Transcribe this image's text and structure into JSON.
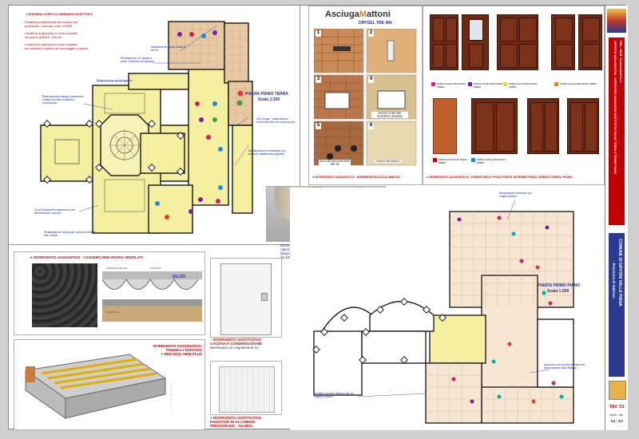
{
  "legend": {
    "title": "LEGENDA CORPI ILLUMINANTI SOSTITUITI",
    "lines": [
      "Proiettori professionali ad incasso nel",
      "pavimento, a tenuta, mod. ICARE",
      "Lanterne in alluminio e vetro montate",
      "su palo in ghisa h. 320 cm",
      "Lanterne in alluminio e vetro montate",
      "su mensole in ghisa per ancoraggio a parete"
    ]
  },
  "plan_ground": {
    "title": "PIANTA PIANO TERRA",
    "scale": "Scala 1:200",
    "notes": [
      "Abbattimento quota scala di 50 cm",
      "Eliminazione n°2 alzate a porte e scalone di ingresso",
      "Realizzazione disegno pavimento chiesa con liste in pietra e cocciopesto",
      "Realizzazione servizi igienici",
      "Via di fuga - realizzazione nuova finestra con nuova porta",
      "Modificazione montascale per accesso disabili alla cappella",
      "Corpi illuminanti a pavimento per illuminazione colonne",
      "Realizzazione rampa per accesso disabili alla Chiesa"
    ]
  },
  "asciuga": {
    "brand_a": "Asciuga",
    "brand_b": "M",
    "brand_c": "attoni",
    "sub": "DRYGEL TRE 404",
    "steps": [
      "1",
      "2",
      "3",
      "4",
      "5",
      "6"
    ],
    "captions": [
      "PROTETTORE PER SUPERFICI INTERNE",
      "BOCCHE ASCIUGATURA TRE SE",
      "NUOVO INTONACO"
    ],
    "footer": "INTERVENTO AGGIUNTIVO - BARRIERA BLOCCA UMIDITA'"
  },
  "doors": {
    "legend": [
      "PORTA A DUE ANTE PIANO TERRA",
      "PORTA A DUE ANTE PIANO PRIMO",
      "PORTA AD UN'ANTA PIANO TERRA",
      "PORTA A DUE ANTE PIANO TERRA",
      "PORTA AD UN'ANTA PIANO PRIMO",
      "PORTA A DUE ANTE PIANO PRIMO"
    ],
    "footer": "INTERVENTO AGGIUNTIVO - FORNITURA E POSA PORTE INTERNE PIANO TERRA E PRIMO PIANO"
  },
  "column": {
    "title": "INTERVENTO AGGIUNTIVO",
    "lines": [
      "Valorizzazione basamento colonne in",
      "diaspro d'epoca tramite bocale chiuso",
      "da vetro praticabile"
    ]
  },
  "cassero": {
    "title": "INTERVENTO AGGIUNTIVO - CASSERO PER VESPAI VENTILATI",
    "brand": "IGLOO"
  },
  "caldaia": {
    "title": "INTERVENTO SOSTITUTIVO",
    "line1": "CALDAIA A CONDENSAZIONE",
    "line2": "Weishaupt con regolazione O₂"
  },
  "pannelli": {
    "title": "INTERVENTO SOSTITUTIVO:",
    "line1": "PANNELLI RADIANTI",
    "line2": "RDZ MOD. NEW PLUS"
  },
  "radiatori": {
    "title": "INTERVENTO SOSTITUTIVO",
    "line1": "RADIATORI IN ALLUMINIO",
    "line2": "PRESSOFUSO - GLOBAL"
  },
  "plan_first": {
    "title": "PIANTA PRIMO PIANO",
    "scale": "Scala 1:200",
    "notes": [
      "Eliminazione tramezzo per miglior utilizzo",
      "Apertura nuova porta-finestra per illuminazione sala d'attesa",
      "Modifica servizio igienico per un migliore utilizzo"
    ]
  },
  "sidebar": {
    "company": "DEL. MAR. Costruzioni S.r.l.",
    "comune": "COMUNE DI GIFFONI VALLE PIANA",
    "provincia": "- Provincia di Salerno -",
    "opera": "OFFERTA MIGLIORATIVA - INTERVENTI AGGIUNTIVI-SOSTITUTIVI PIANO TERRA E PRIMO PIANO",
    "tav": "TAV. 03",
    "elab": "elem. val.",
    "size": "A2 - A3"
  },
  "colors": {
    "wall": "#222222",
    "yellow": "#f4f0a0",
    "tile": "#e8c9a4",
    "door": "#6a2a14",
    "accent_red": "#c00000",
    "accent_blue": "#2a3a8f"
  }
}
